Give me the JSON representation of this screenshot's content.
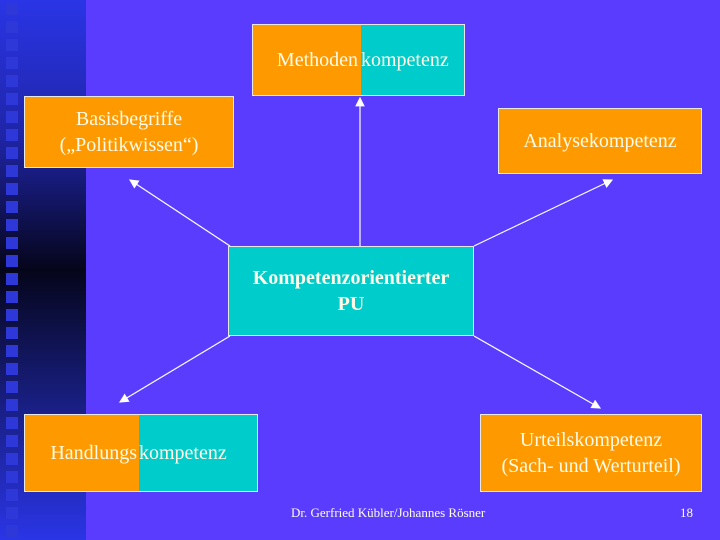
{
  "slide": {
    "top": {
      "part1": "Methoden",
      "part2": "kompetenz"
    },
    "left_top": {
      "line1": "Basisbegriffe",
      "line2": "(„Politikwissen“)"
    },
    "right_top": {
      "label": "Analysekompetenz"
    },
    "center": {
      "line1": "Kompetenzorientierter",
      "line2": "PU"
    },
    "left_bottom": {
      "part1": "Handlungs",
      "part2": "kompetenz"
    },
    "right_bottom": {
      "line1": "Urteilskompetenz",
      "line2": "(Sach- und Werturteil)"
    }
  },
  "footer": {
    "authors": "Dr. Gerfried Kübler/Johannes Rösner",
    "page": "18"
  },
  "colors": {
    "background": "#5a3cff",
    "orange": "#ff9900",
    "teal": "#00cccc"
  }
}
